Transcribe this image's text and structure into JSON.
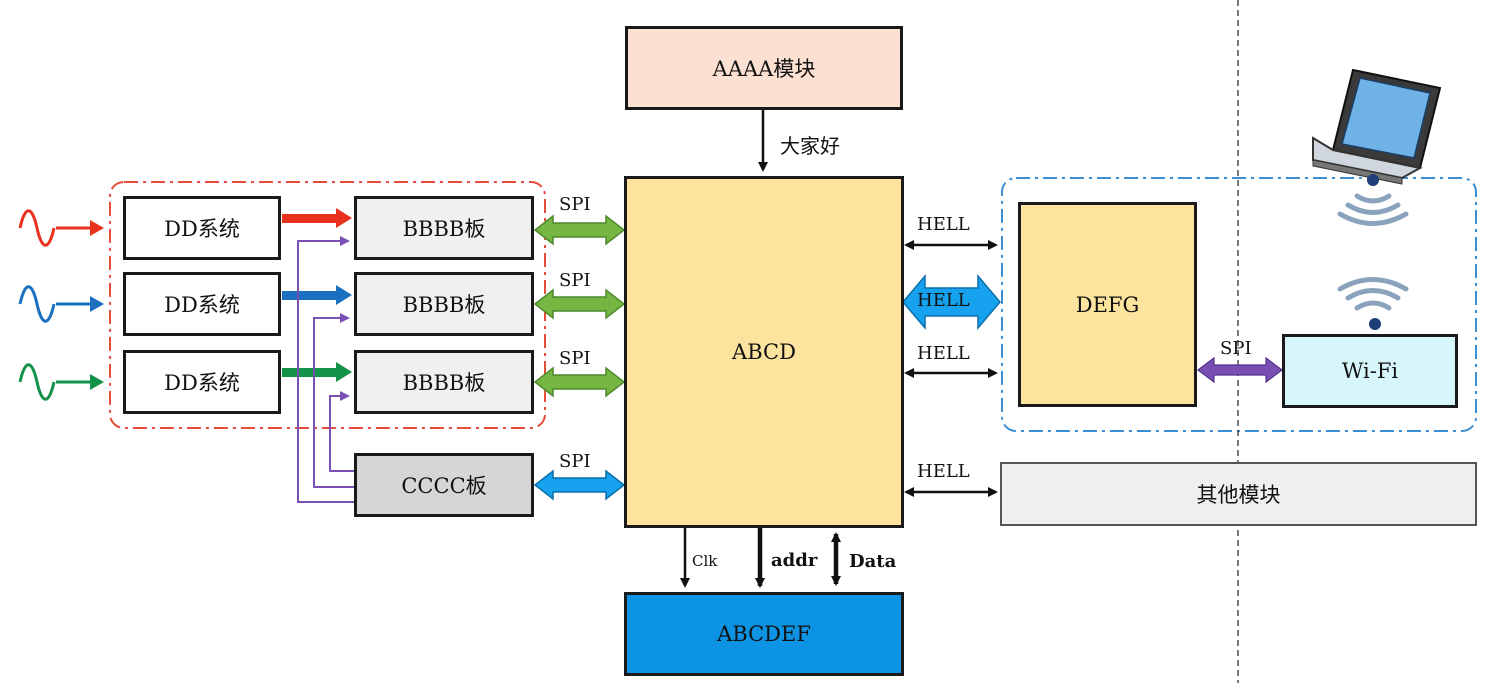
{
  "top_module": "AAAA模块",
  "top_link": "大家好",
  "core": "ABCD",
  "memory": "ABCDEF",
  "left_sources": [
    {
      "label": "DD系统",
      "color": "#e8321e"
    },
    {
      "label": "DD系统",
      "color": "#1a6fc0"
    },
    {
      "label": "DD系统",
      "color": "#15924a"
    }
  ],
  "boards": [
    "BBBB板",
    "BBBB板",
    "BBBB板"
  ],
  "control_board": "CCCC板",
  "spi_labels": [
    "SPI",
    "SPI",
    "SPI",
    "SPI"
  ],
  "right_links": [
    "HELL",
    "HELL",
    "HELL",
    "HELL"
  ],
  "wireless_module": "DEFG",
  "wireless_link": "SPI",
  "wifi": "Wi-Fi",
  "other_module": "其他模块",
  "bus": {
    "clk": "Clk",
    "addr": "addr",
    "data": "Data"
  },
  "colors": {
    "top_module_fill": "#fce0d2",
    "core_fill": "#fde49e",
    "memory_fill": "#0d93e3",
    "board_fill": "#f0f0f0",
    "control_fill": "#d6d6d6",
    "wifi_fill": "#d7f6fb",
    "other_fill": "#efefef",
    "left_group_border": "#e44d3a",
    "right_group_border": "#3a8fd4",
    "spi_green": "#76b744",
    "spi_blue": "#17a2f0",
    "purple": "#7a4fb3"
  }
}
